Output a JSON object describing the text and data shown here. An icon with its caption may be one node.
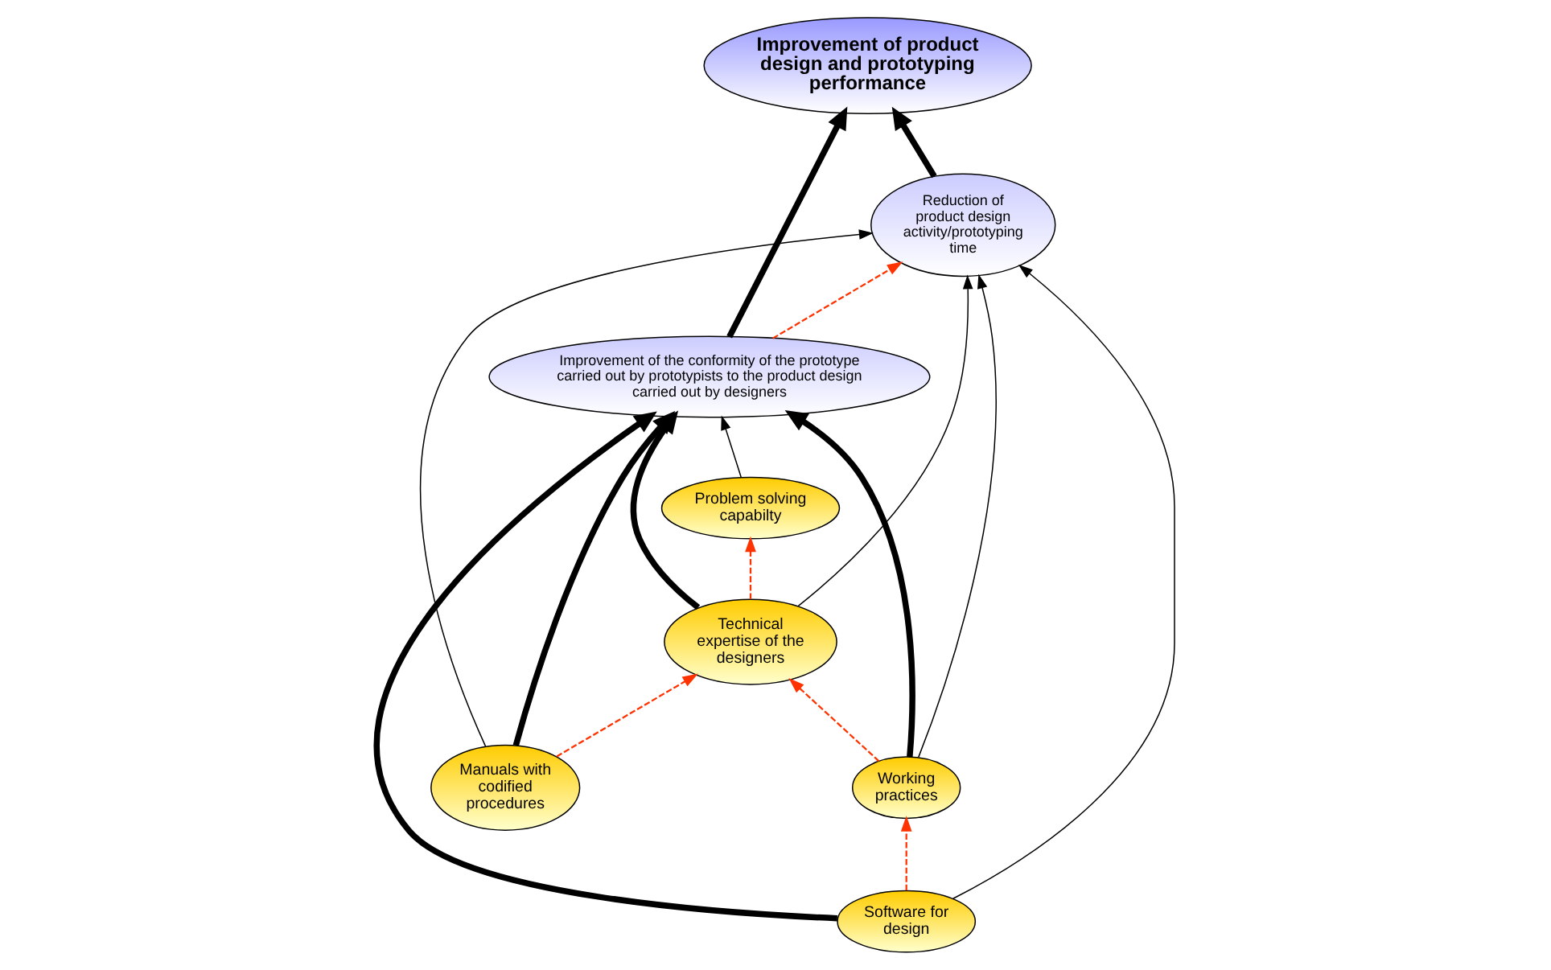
{
  "diagram": {
    "nodes": [
      {
        "text": [
          "Improvement of product design and prototyping performance"
        ]
      },
      {
        "text": [
          "Reduction of product design activity/prototyping time"
        ]
      },
      {
        "text": [
          "Improvement of the conformity of the prototype carried out by prototypists to the product design carried out by designers"
        ]
      },
      {
        "text": [
          "Software for design"
        ]
      },
      {
        "text": [
          "Working practices"
        ]
      },
      {
        "text": [
          "Problem solving capabilty"
        ]
      },
      {
        "text": [
          "Technical expertise of the designers"
        ]
      },
      {
        "text": [
          "Manuals with codified procedures"
        ]
      }
    ],
    "edges": [
      {
        "from": 1,
        "to": 0,
        "arrow": "to",
        "style": "thick"
      },
      {
        "from": 2,
        "to": 0,
        "arrow": "to",
        "style": "thick"
      },
      {
        "from": 2,
        "to": 1,
        "arrow": "to",
        "style": "dashed",
        "color": "#ff3300"
      },
      {
        "from": 3,
        "to": 1,
        "arrow": "to"
      },
      {
        "from": 3,
        "to": 2,
        "arrow": "to",
        "style": "thick"
      },
      {
        "from": 4,
        "to": 1,
        "arrow": "to"
      },
      {
        "from": 4,
        "to": 2,
        "arrow": "to",
        "style": "thick"
      },
      {
        "from": 3,
        "to": 4,
        "arrow": "to",
        "style": "dashed",
        "color": "#ff3300"
      },
      {
        "from": 4,
        "to": 6,
        "arrow": "to",
        "style": "dashed",
        "color": "#ff3300"
      },
      {
        "from": 6,
        "to": 1,
        "arrow": "to"
      },
      {
        "from": 6,
        "to": 2,
        "arrow": "to",
        "style": "thick"
      },
      {
        "from": 6,
        "to": 5,
        "arrow": "to",
        "style": "dashed",
        "color": "#ff3300"
      },
      {
        "from": 5,
        "to": 2,
        "arrow": "to"
      },
      {
        "from": 7,
        "to": 1,
        "arrow": "to"
      },
      {
        "from": 7,
        "to": 2,
        "arrow": "to",
        "style": "thick"
      },
      {
        "from": 7,
        "to": 6,
        "arrow": "to",
        "style": "dashed",
        "color": "#ff3300"
      }
    ]
  }
}
